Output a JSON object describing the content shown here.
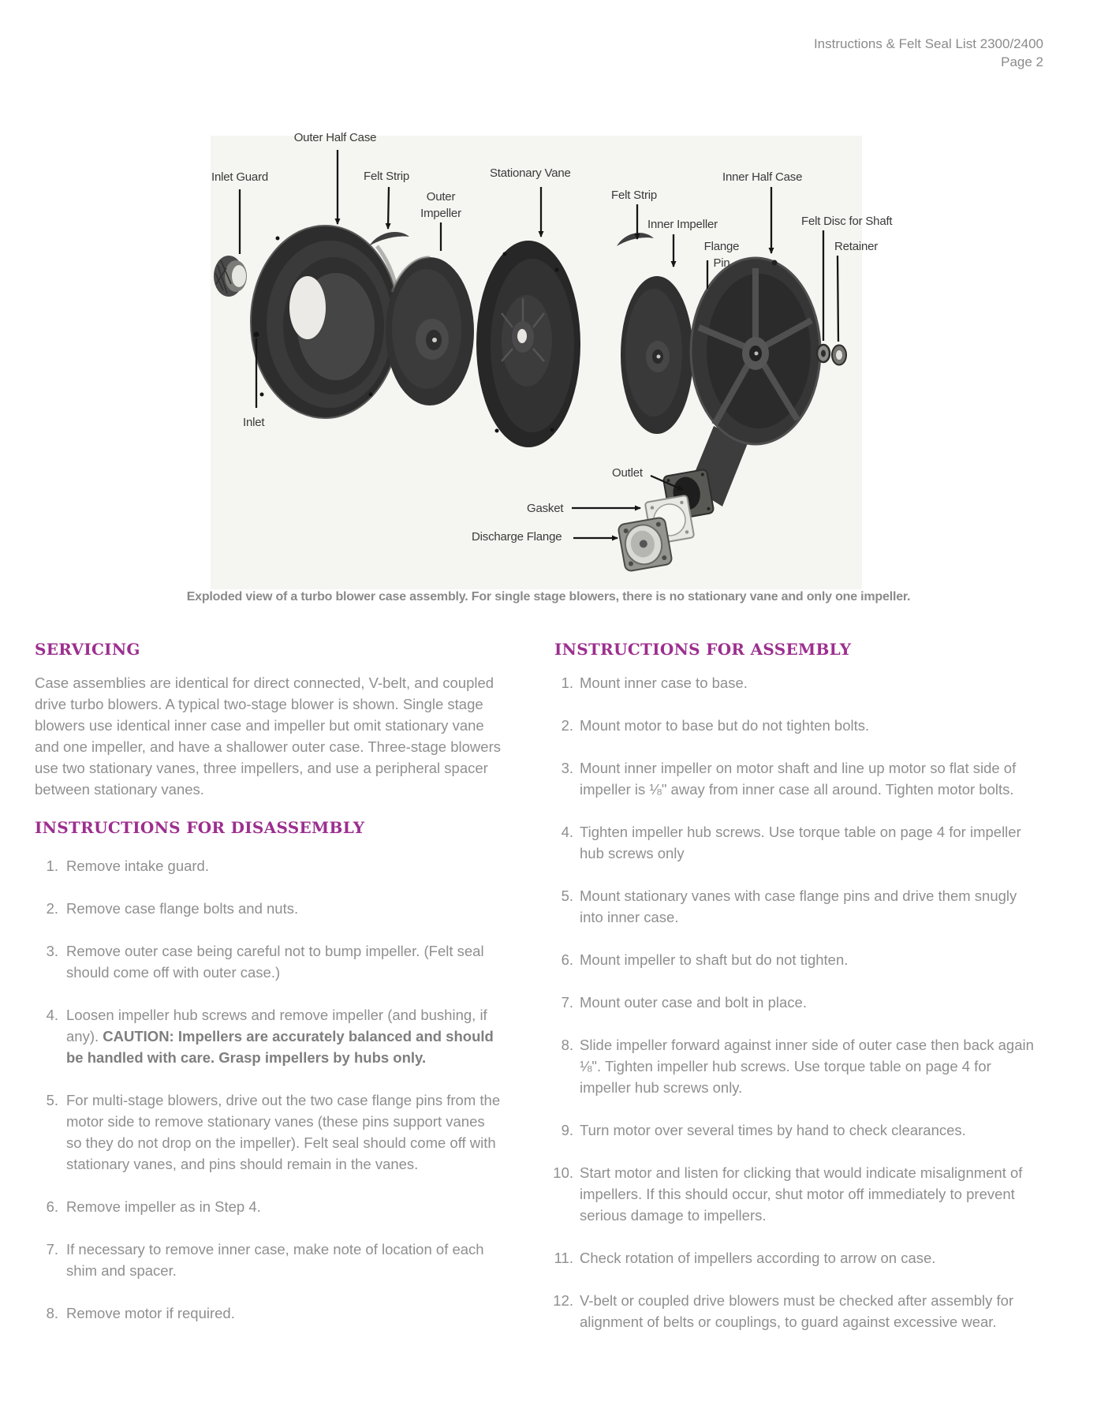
{
  "header": {
    "line1": "Instructions & Felt Seal List 2300/2400",
    "line2": "Page 2"
  },
  "colors": {
    "heading_accent": "#9c2f8f",
    "body_text": "#8f8f8f",
    "diagram_label": "#3a3a3a",
    "caption_text": "#8a8a8a",
    "photo_bg": "#f5f5f2"
  },
  "diagram": {
    "caption": "Exploded view of a turbo blower case assembly. For single stage blowers, there is no stationary vane and only one impeller.",
    "labels": {
      "outer_half_case": "Outer Half Case",
      "inlet_guard": "Inlet Guard",
      "felt_strip_1": "Felt Strip",
      "outer_impeller": "Outer Impeller",
      "stationary_vane": "Stationary Vane",
      "felt_strip_2": "Felt Strip",
      "inner_impeller": "Inner Impeller",
      "flange_pin": "Flange Pin",
      "inner_half_case": "Inner Half Case",
      "felt_disc_for_shaft": "Felt Disc for Shaft",
      "retainer": "Retainer",
      "inlet": "Inlet",
      "outlet": "Outlet",
      "gasket": "Gasket",
      "discharge_flange": "Discharge Flange"
    }
  },
  "sections": {
    "servicing": {
      "title": "SERVICING",
      "body": "Case assemblies are identical for direct connected, V-belt, and coupled drive turbo blowers. A typical two-stage blower is shown. Single stage blowers use identical inner case and impeller but omit stationary vane and one impeller, and have a shallower outer case. Three-stage blowers use two stationary vanes, three impellers, and use a peripheral spacer between stationary vanes."
    },
    "disassembly": {
      "title": "INSTRUCTIONS FOR DISASSEMBLY",
      "items": [
        {
          "num": "1.",
          "text": "Remove intake guard."
        },
        {
          "num": "2.",
          "text": "Remove case flange bolts and nuts."
        },
        {
          "num": "3.",
          "text": "Remove outer case being careful not to bump impeller. (Felt seal should come off with outer case.)"
        },
        {
          "num": "4.",
          "text": "Loosen impeller hub screws and remove impeller (and bushing, if any). ",
          "bold": "CAUTION: Impellers are accurately balanced and should be handled with care. Grasp impellers by hubs only."
        },
        {
          "num": "5.",
          "text": "For multi-stage blowers, drive out the two case flange pins from the motor side to remove stationary vanes (these pins support vanes so they do not drop on the impeller). Felt seal should come off with stationary vanes, and pins should remain in the vanes."
        },
        {
          "num": "6.",
          "text": "Remove impeller as in Step 4."
        },
        {
          "num": "7.",
          "text": "If necessary to remove inner case, make note of location of each shim and spacer."
        },
        {
          "num": "8.",
          "text": "Remove motor if required."
        }
      ]
    },
    "assembly": {
      "title": "INSTRUCTIONS FOR ASSEMBLY",
      "items": [
        {
          "num": "1.",
          "text": "Mount inner case to base."
        },
        {
          "num": "2.",
          "text": "Mount motor to base but do not tighten bolts."
        },
        {
          "num": "3.",
          "text": "Mount inner impeller on motor shaft and line up motor so flat side of impeller is ⅛\" away from inner case all around. Tighten motor bolts."
        },
        {
          "num": "4.",
          "text": "Tighten impeller hub screws. Use torque table on page 4 for impeller hub screws only"
        },
        {
          "num": "5.",
          "text": "Mount stationary vanes with case flange pins and drive them snugly into inner case."
        },
        {
          "num": "6.",
          "text": "Mount impeller to shaft but do not tighten."
        },
        {
          "num": "7.",
          "text": "Mount outer case and bolt in place."
        },
        {
          "num": "8.",
          "text": "Slide impeller forward against inner side of outer case then back again ⅛\". Tighten impeller hub screws. Use torque table on page 4 for impeller hub screws only."
        },
        {
          "num": "9.",
          "text": "Turn motor over several times by hand to check clearances."
        },
        {
          "num": "10.",
          "text": "Start motor and listen for clicking that would indicate misalignment of impellers. If this should occur, shut motor off immediately to prevent serious damage to impellers."
        },
        {
          "num": "11.",
          "text": "Check rotation of impellers according to arrow on case."
        },
        {
          "num": "12.",
          "text": "V-belt or coupled drive blowers must be checked after assembly for alignment of belts or couplings, to guard against excessive wear."
        }
      ]
    }
  }
}
